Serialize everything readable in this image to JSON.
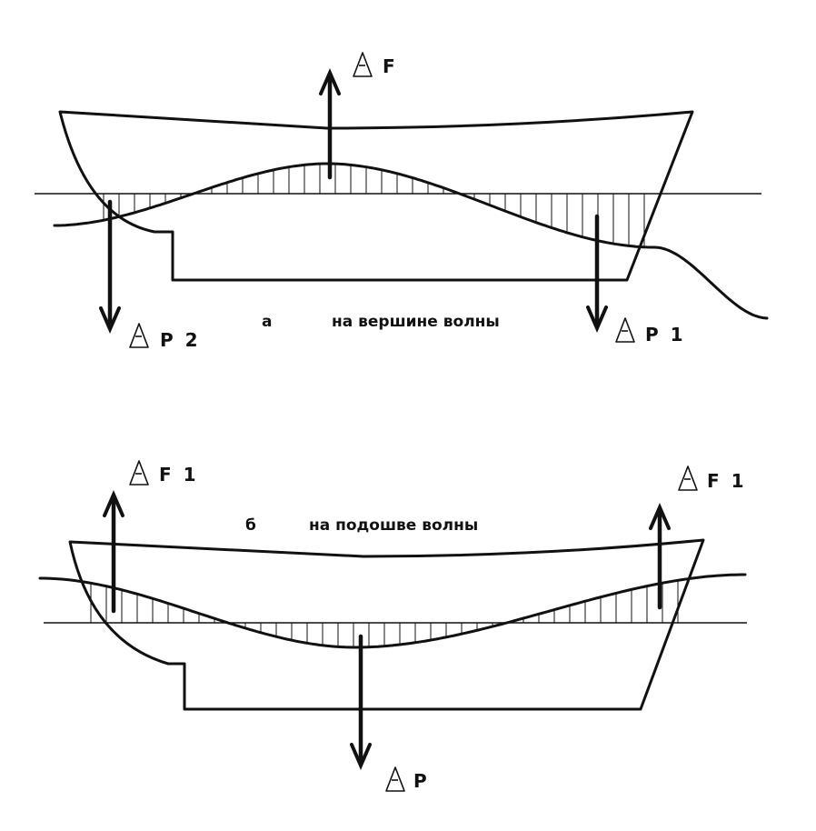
{
  "diagram_a": {
    "letter": "а",
    "caption": "на вершине волны",
    "force_up": "F",
    "force_down_left": "P 2",
    "force_down_right": "P 1"
  },
  "diagram_b": {
    "letter": "б",
    "caption": "на подошве волны",
    "force_up_left": "F 1",
    "force_up_right": "F 1",
    "force_down": "P"
  },
  "colors": {
    "ink": "#111111",
    "background": "#ffffff"
  },
  "icons": {
    "delta_symbol": "delta-triangle-icon"
  }
}
